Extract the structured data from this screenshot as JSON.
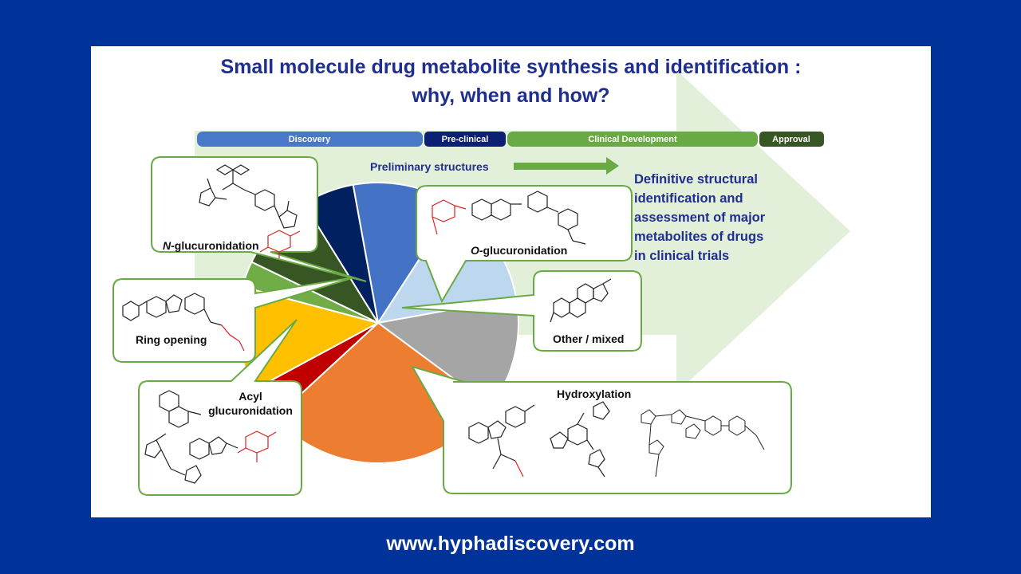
{
  "title": {
    "line1": "Small molecule drug metabolite synthesis and identification :",
    "line2": "why, when and how?"
  },
  "timeline": {
    "stages": [
      "Discovery",
      "Pre-clinical",
      "Clinical Development",
      "Approval"
    ],
    "colors": [
      "#4a78c8",
      "#0b1f73",
      "#6aaa45",
      "#375623"
    ]
  },
  "preliminary_label": "Preliminary structures",
  "definitive_text": [
    "Definitive structural",
    "identification and",
    "assessment of major",
    "metabolites of drugs",
    "in clinical trials"
  ],
  "callouts": {
    "n_glucuronidation": {
      "italic": "N",
      "rest": "-glucuronidation"
    },
    "o_glucuronidation": {
      "italic": "O",
      "rest": "-glucuronidation"
    },
    "ring_opening": "Ring opening",
    "other_mixed": "Other / mixed",
    "acyl_line1": "Acyl",
    "acyl_line2": "glucuronidation",
    "hydroxylation": "Hydroxylation"
  },
  "pie_colors": [
    "#4472c4",
    "#bdd7ee",
    "#a5a5a5",
    "#ed7d31",
    "#c00000",
    "#ffc000",
    "#70ad47",
    "#375623",
    "#002060"
  ],
  "pie_fractions": [
    0.12,
    0.13,
    0.13,
    0.28,
    0.04,
    0.12,
    0.03,
    0.09,
    0.06
  ],
  "footer_url": "www.hyphadiscovery.com"
}
